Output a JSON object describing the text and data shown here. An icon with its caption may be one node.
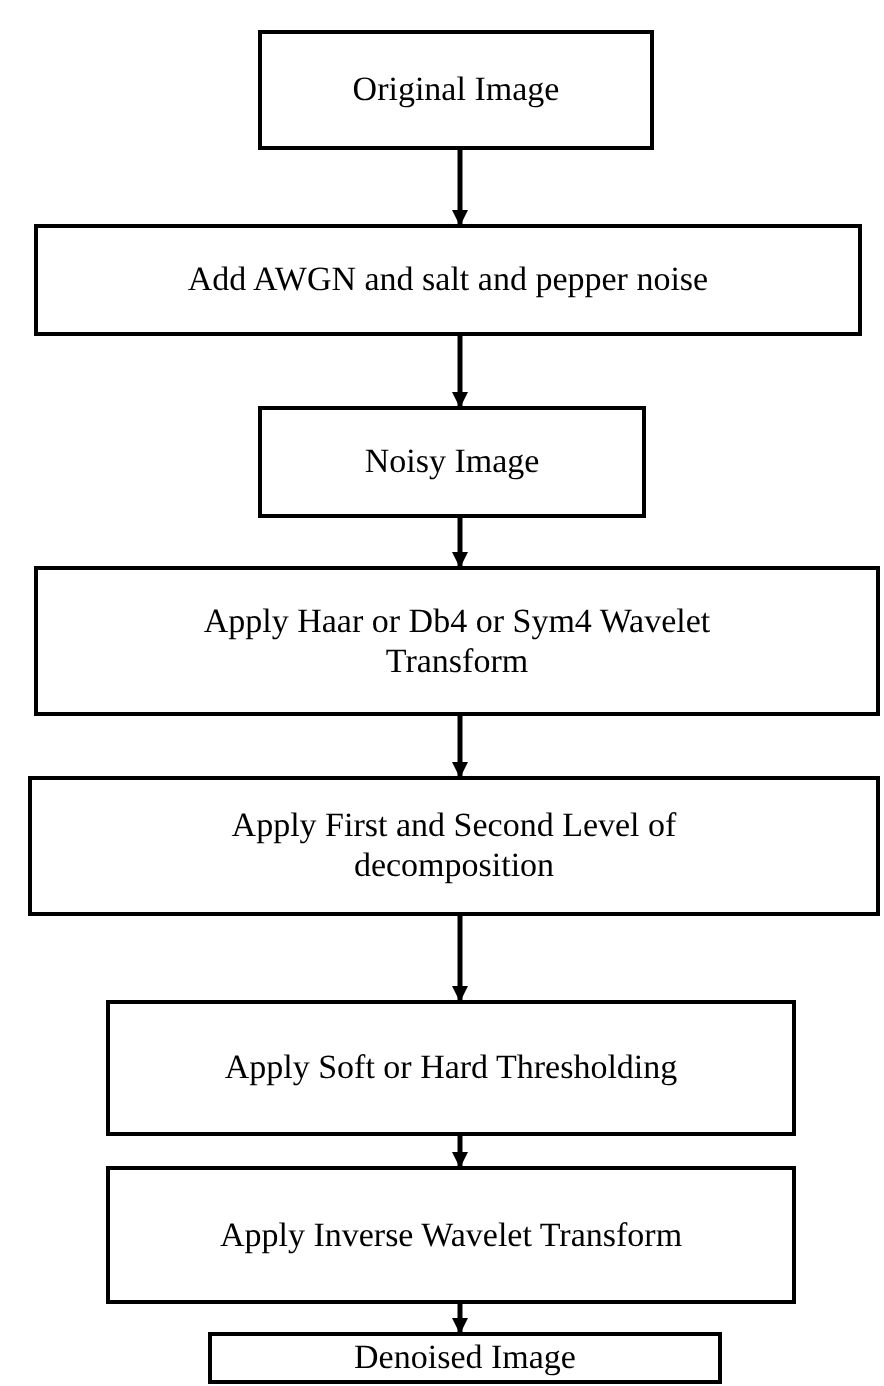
{
  "diagram": {
    "nodes": [
      {
        "text": [
          "Original Image"
        ]
      },
      {
        "text": [
          "Add AWGN and salt and pepper noise"
        ]
      },
      {
        "text": [
          "Noisy Image"
        ]
      },
      {
        "text": [
          "Apply Haar or Db4 or Sym4 Wavelet Transform"
        ]
      },
      {
        "text": [
          "Apply First and Second Level of decomposition"
        ]
      },
      {
        "text": [
          "Apply Soft or Hard Thresholding"
        ]
      },
      {
        "text": [
          "Apply Inverse Wavelet Transform"
        ]
      },
      {
        "text": [
          "Denoised Image"
        ]
      }
    ],
    "edges": [
      {
        "from": 0,
        "to": 1,
        "arrow": "to"
      },
      {
        "from": 1,
        "to": 2,
        "arrow": "to"
      },
      {
        "from": 2,
        "to": 3,
        "arrow": "to"
      },
      {
        "from": 3,
        "to": 4,
        "arrow": "to"
      },
      {
        "from": 4,
        "to": 5,
        "arrow": "to"
      },
      {
        "from": 5,
        "to": 6,
        "arrow": "to"
      },
      {
        "from": 6,
        "to": 7,
        "arrow": "to"
      }
    ]
  }
}
